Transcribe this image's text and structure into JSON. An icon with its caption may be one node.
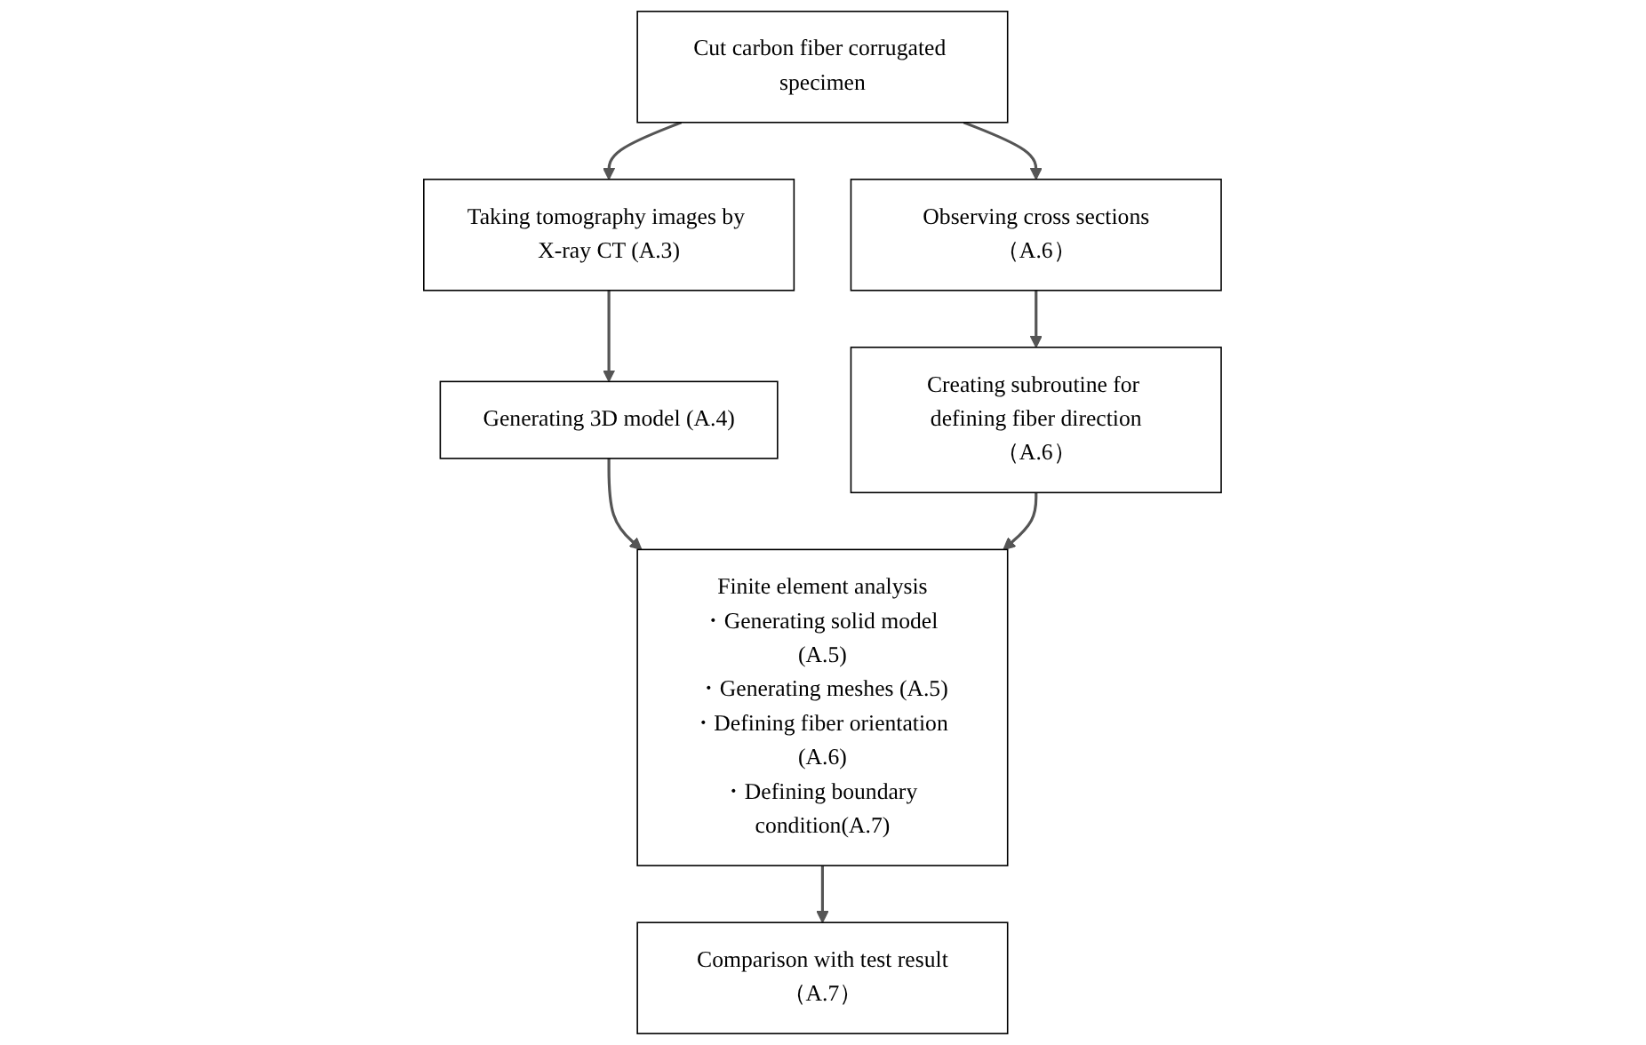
{
  "diagram": {
    "nodes": [
      {
        "text": [
          "Cut carbon fiber corrugated specimen"
        ]
      },
      {
        "text": [
          "Taking tomography images by X-ray CT (A.3)"
        ]
      },
      {
        "text": [
          "Observing cross sections（A.6）"
        ]
      },
      {
        "text": [
          "Generating 3D model (A.4)"
        ]
      },
      {
        "text": [
          "Creating subroutine for defining fiber direction（A.6）"
        ]
      },
      {
        "text": [
          "Finite element analysis",
          "・Generating solid model (A.5)",
          "・Generating meshes (A.5)",
          "・Defining fiber orientation (A.6)",
          "・Defining boundary condition(A.7)"
        ]
      },
      {
        "text": [
          "Comparison with test result（A.7）"
        ]
      }
    ],
    "edges": [
      {
        "from": 0,
        "to": 1,
        "arrow": "to"
      },
      {
        "from": 0,
        "to": 2,
        "arrow": "to"
      },
      {
        "from": 1,
        "to": 3,
        "arrow": "to"
      },
      {
        "from": 2,
        "to": 4,
        "arrow": "to"
      },
      {
        "from": 3,
        "to": 5,
        "arrow": "to"
      },
      {
        "from": 4,
        "to": 5,
        "arrow": "to"
      },
      {
        "from": 5,
        "to": 6,
        "arrow": "to"
      }
    ]
  }
}
